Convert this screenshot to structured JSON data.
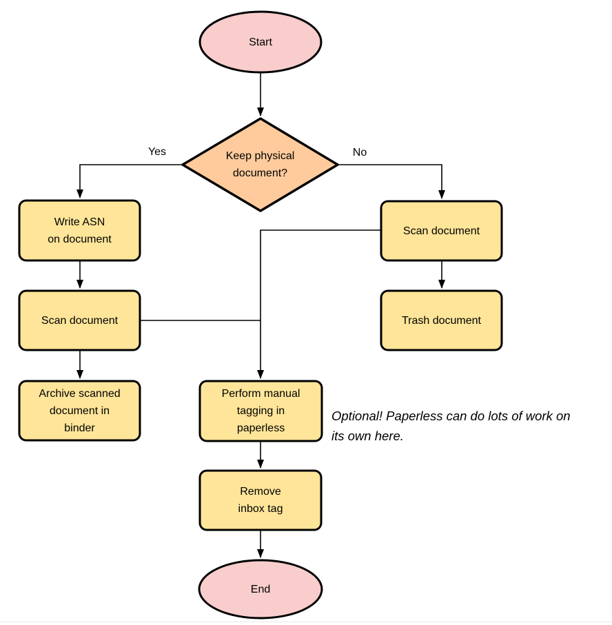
{
  "page": {
    "background": "#ffffff",
    "bottom_divider_color": "#e9e9e9"
  },
  "colors": {
    "terminal_fill": "#f8cdcc",
    "decision_fill": "#ffcb9d",
    "process_fill": "#ffe599",
    "shape_stroke": "#000000",
    "edge_stroke": "#000000",
    "text": "#000000"
  },
  "nodes": {
    "start": {
      "label": "Start"
    },
    "decision": {
      "lines": [
        "Keep physical",
        "document?"
      ]
    },
    "write_asn": {
      "lines": [
        "Write ASN",
        "on document"
      ]
    },
    "scan_left": {
      "label": "Scan document"
    },
    "archive": {
      "lines": [
        "Archive scanned",
        "document in",
        "binder"
      ]
    },
    "scan_right": {
      "label": "Scan document"
    },
    "trash": {
      "label": "Trash document"
    },
    "tagging": {
      "lines": [
        "Perform manual",
        "tagging in",
        "paperless"
      ]
    },
    "remove_inbox": {
      "lines": [
        "Remove",
        "inbox tag"
      ]
    },
    "end": {
      "label": "End"
    }
  },
  "edge_labels": {
    "yes": "Yes",
    "no": "No"
  },
  "annotation": {
    "lines": [
      "Optional! Paperless can do lots of work on",
      "its own here."
    ]
  }
}
